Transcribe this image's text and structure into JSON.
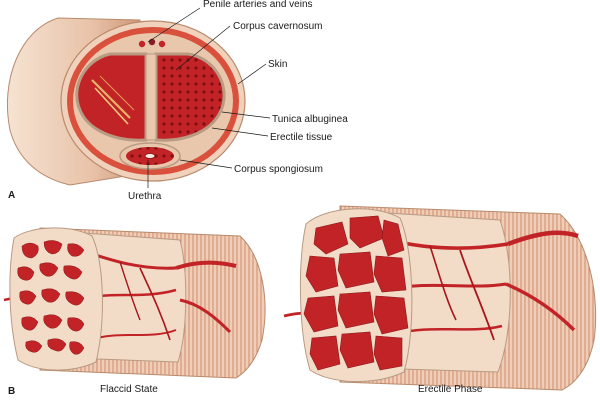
{
  "panel_a": {
    "letter": "A",
    "labels": {
      "penile_arteries_veins": "Penile arteries and veins",
      "corpus_cavernosum": "Corpus cavernosum",
      "skin": "Skin",
      "tunica_albuginea": "Tunica albuginea",
      "erectile_tissue": "Erectile tissue",
      "corpus_spongiosum": "Corpus spongiosum",
      "urethra": "Urethra"
    }
  },
  "panel_b": {
    "letter": "B",
    "labels": {
      "flaccid": "Flaccid State",
      "erectile": "Erectile Phase"
    }
  },
  "colors": {
    "skin_light": "#f2dcc8",
    "skin_mid": "#e2b395",
    "skin_dark": "#c98e6c",
    "muscle": "#d9503c",
    "tissue_red": "#c22327",
    "blood_dark": "#a8161c",
    "sinus_light": "#f7e7dc",
    "tunica": "#b99a82",
    "stripe": "#c8795c"
  }
}
